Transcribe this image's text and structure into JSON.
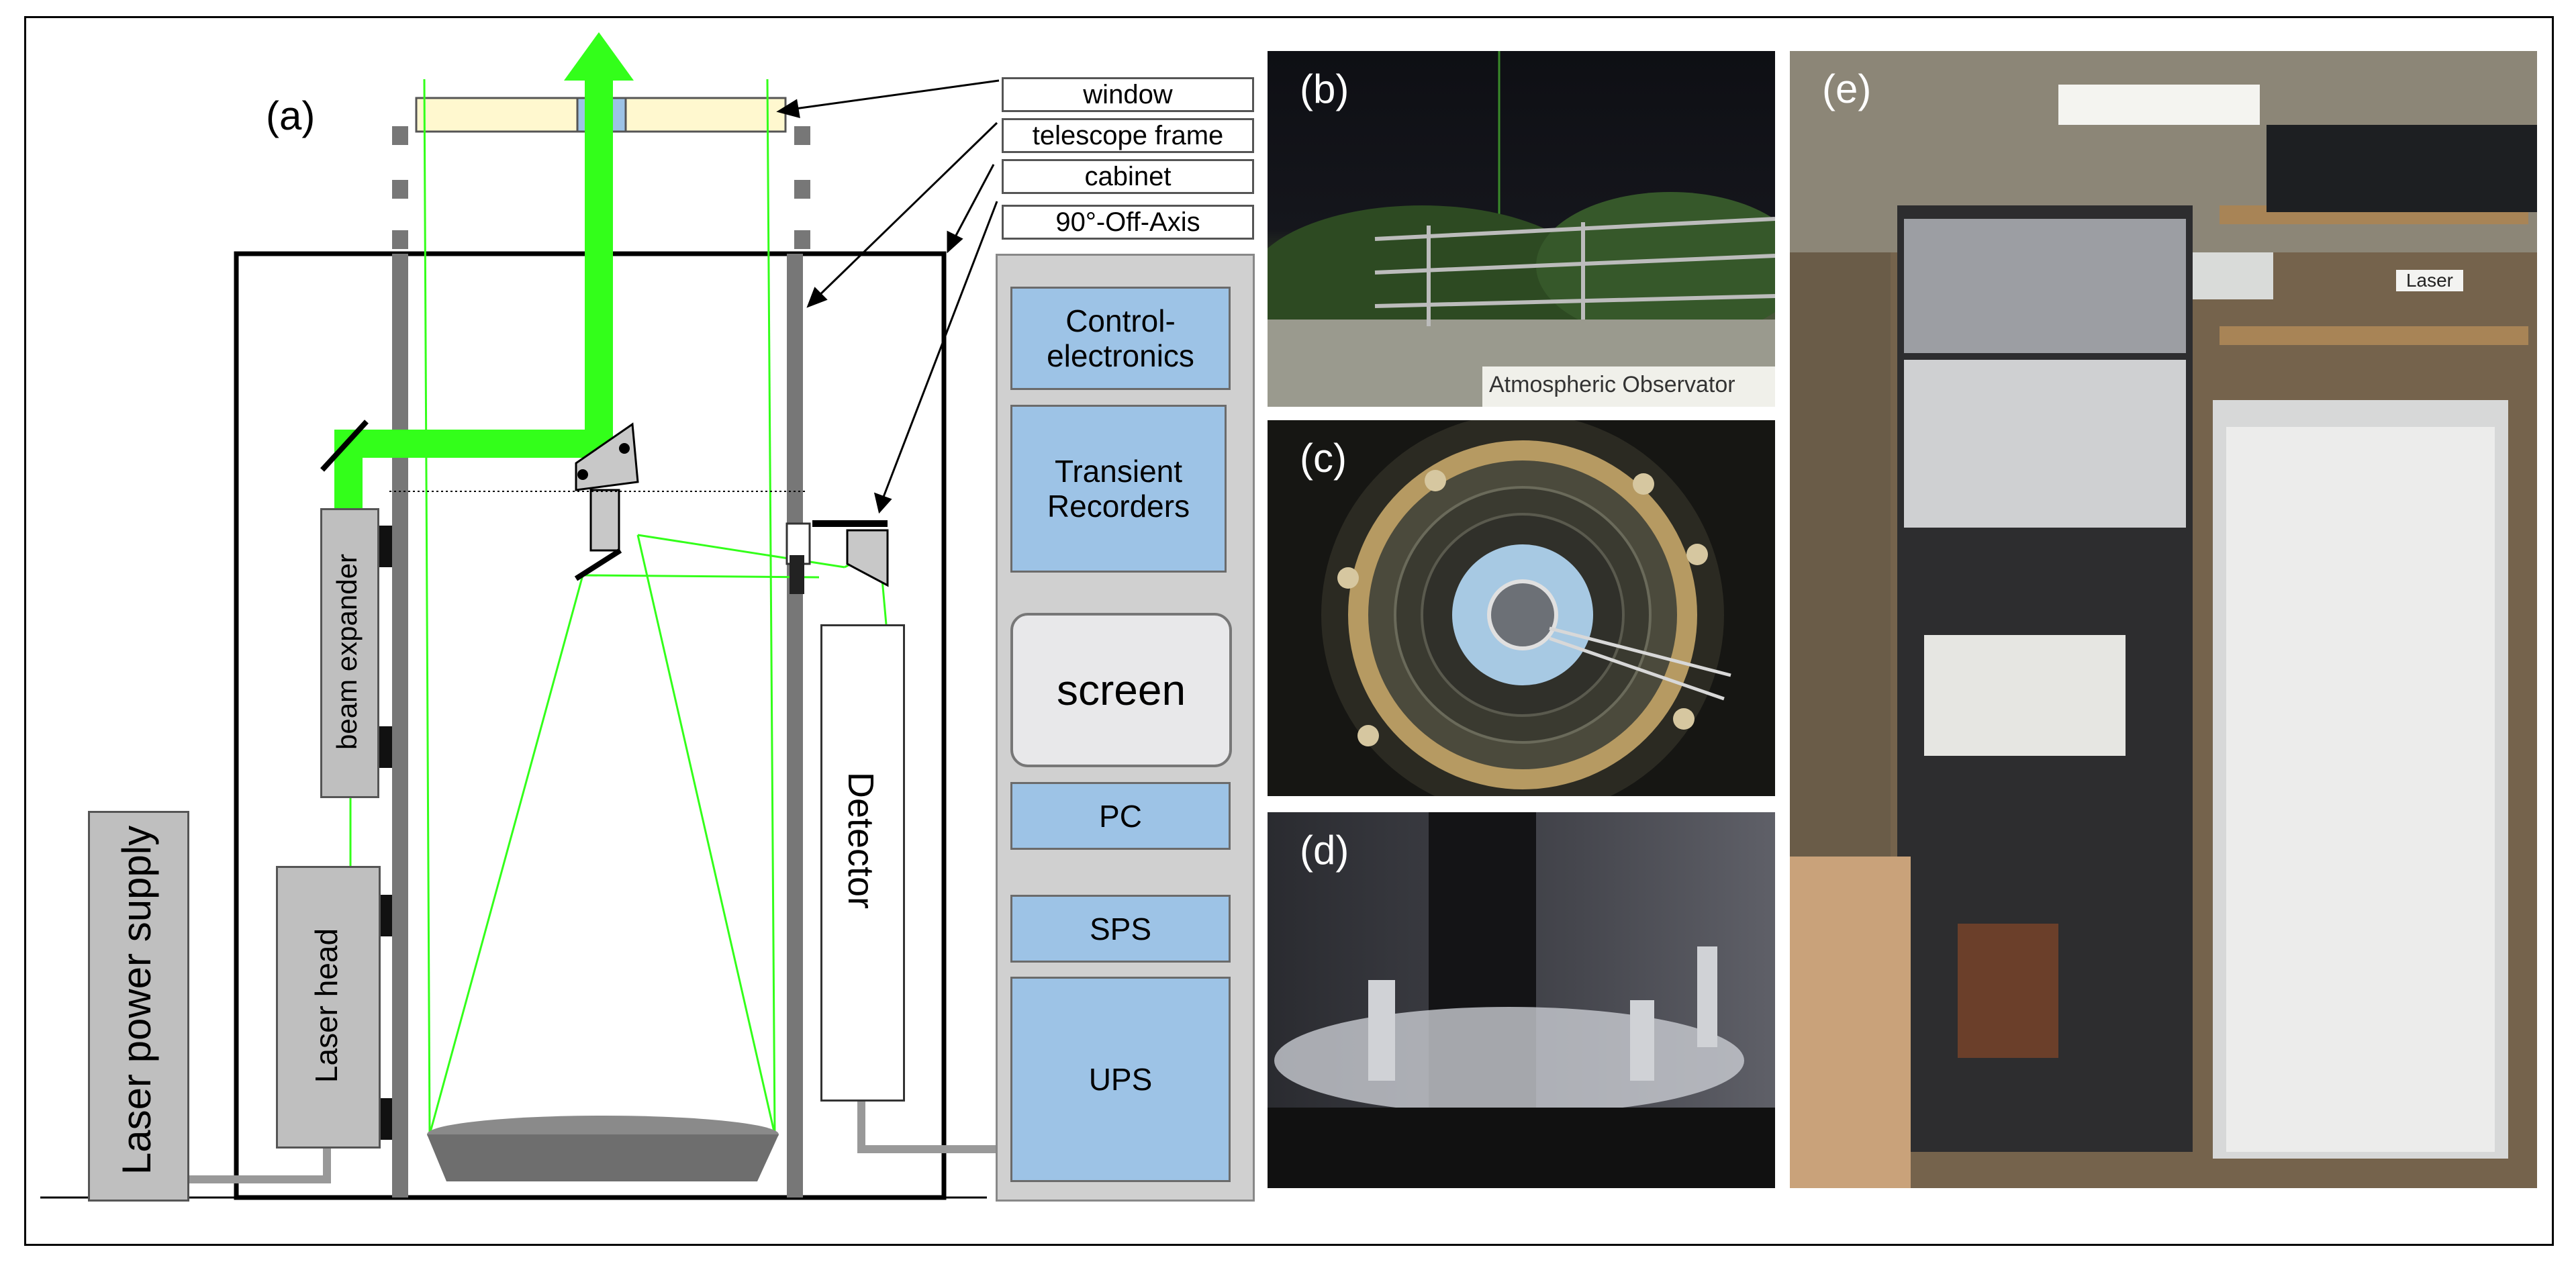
{
  "panels": {
    "a": "(a)",
    "b": "(b)",
    "c": "(c)",
    "d": "(d)",
    "e": "(e)"
  },
  "legend": {
    "window": "window",
    "telescope_frame": "telescope frame",
    "cabinet": "cabinet",
    "off_axis": "90°-Off-Axis"
  },
  "components": {
    "beam_expander": "beam expander",
    "laser_head": "Laser head",
    "laser_power_supply": "Laser power supply",
    "detector": "Detector"
  },
  "rack": {
    "control_electronics": "Control-electronics",
    "transient_recorders": "Transient Recorders",
    "screen": "screen",
    "pc": "PC",
    "sps": "SPS",
    "ups": "UPS"
  },
  "photo_b": {
    "sign": "Atmospheric Observator"
  },
  "photo_e": {
    "sticker": "Laser"
  },
  "colors": {
    "beam": "#33ff1a",
    "module": "#9dc3e6",
    "frame": "#777777"
  }
}
